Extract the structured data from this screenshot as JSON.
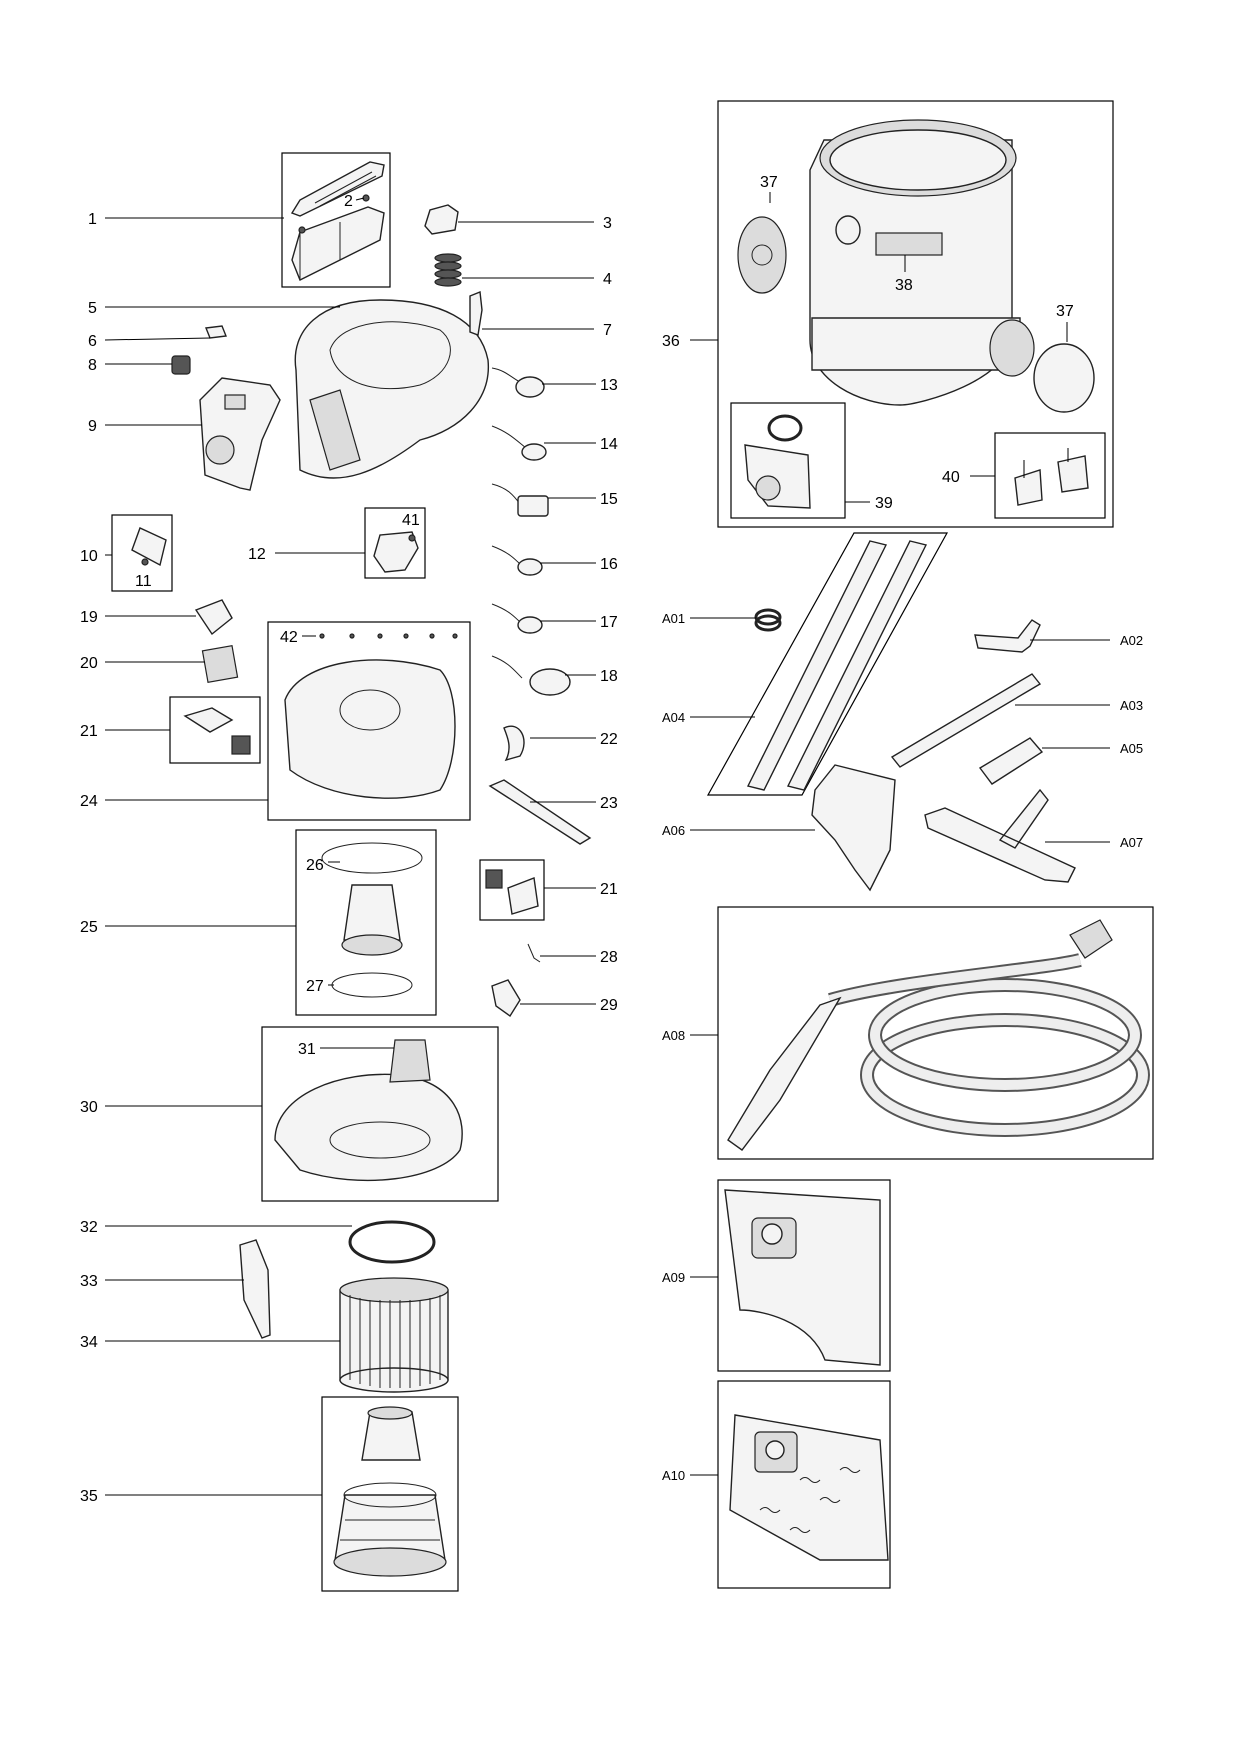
{
  "labels": {
    "l1": "1",
    "l2": "2",
    "l3": "3",
    "l4": "4",
    "l5": "5",
    "l6": "6",
    "l7": "7",
    "l8": "8",
    "l9": "9",
    "l10": "10",
    "l11": "11",
    "l12": "12",
    "l13": "13",
    "l14": "14",
    "l15": "15",
    "l16": "16",
    "l17": "17",
    "l18": "18",
    "l19": "19",
    "l20": "20",
    "l21a": "21",
    "l21b": "21",
    "l22": "22",
    "l23": "23",
    "l24": "24",
    "l25": "25",
    "l26": "26",
    "l27": "27",
    "l28": "28",
    "l29": "29",
    "l30": "30",
    "l31": "31",
    "l32": "32",
    "l33": "33",
    "l34": "34",
    "l35": "35",
    "l36": "36",
    "l37a": "37",
    "l37b": "37",
    "l38": "38",
    "l39": "39",
    "l40": "40",
    "l41": "41",
    "l42": "42",
    "a01": "A01",
    "a02": "A02",
    "a03": "A03",
    "a04": "A04",
    "a05": "A05",
    "a06": "A06",
    "a07": "A07",
    "a08": "A08",
    "a09": "A09",
    "a10": "A10"
  }
}
